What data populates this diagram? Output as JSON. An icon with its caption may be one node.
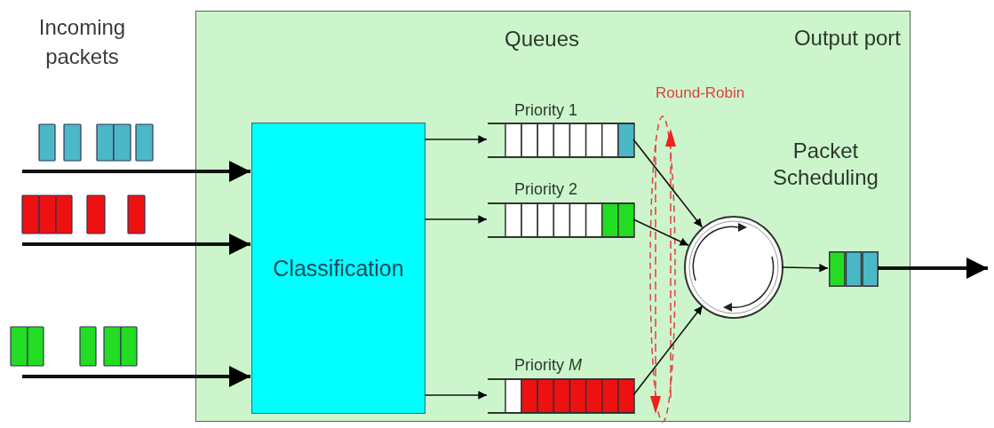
{
  "diagram": {
    "nodes": [
      {
        "text": [
          "Output port"
        ]
      },
      {
        "text": [
          "Classification"
        ],
        "in": 0
      },
      {
        "text": [
          "Priority 1"
        ],
        "in": 0
      },
      {
        "text": [
          "Priority 2"
        ],
        "in": 0
      },
      {
        "text": [
          "Priority *M*"
        ],
        "in": 0
      },
      {
        "text": [
          "Packet Scheduling"
        ],
        "in": 0
      },
      {
        "text": [],
        "shape": "box",
        "in": 0
      }
    ],
    "edges": [
      {
        "from": null,
        "to": 1,
        "arrow": "to",
        "style": "thick"
      },
      {
        "from": null,
        "to": 1,
        "arrow": "to",
        "style": "thick"
      },
      {
        "from": null,
        "to": 1,
        "arrow": "to",
        "style": "thick"
      },
      {
        "from": 1,
        "to": 2,
        "arrow": "to"
      },
      {
        "from": 1,
        "to": 3,
        "arrow": "to"
      },
      {
        "from": 1,
        "to": 4,
        "arrow": "to"
      },
      {
        "from": 2,
        "to": 5,
        "arrow": "to"
      },
      {
        "from": 3,
        "to": 5,
        "arrow": "to"
      },
      {
        "from": 4,
        "to": 5,
        "arrow": "to"
      },
      {
        "from": 5,
        "to": 6,
        "arrow": "to"
      },
      {
        "from": 6,
        "to": null,
        "arrow": "to",
        "style": "thick"
      }
    ],
    "labels": [
      "Incoming packets",
      "Queues",
      "Round-Robin"
    ]
  }
}
